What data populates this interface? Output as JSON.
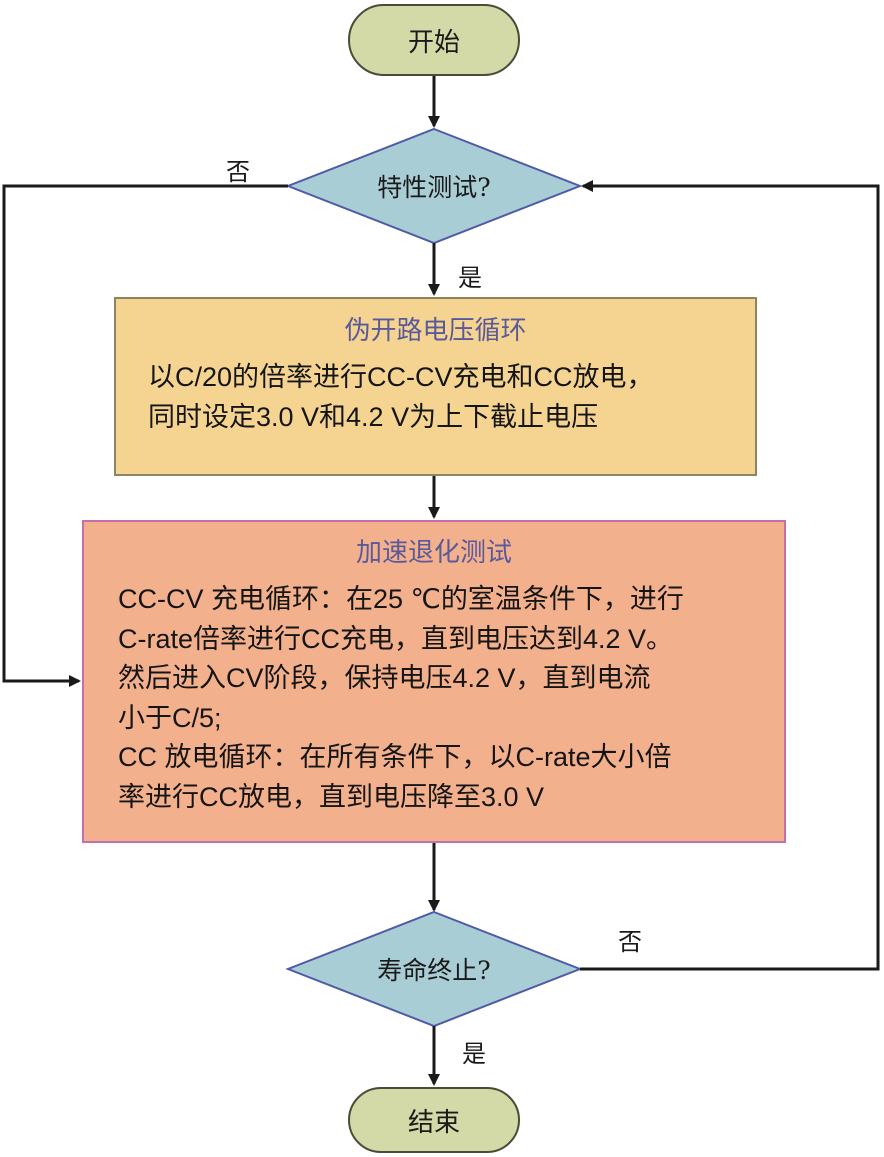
{
  "flowchart": {
    "start": {
      "label": "开始"
    },
    "decision_characterization": {
      "label": "特性测试?"
    },
    "pseudo_ocv": {
      "title": "伪开路电压循环",
      "lines": [
        "以C/20的倍率进行CC-CV充电和CC放电，",
        "同时设定3.0 V和4.2 V为上下截止电压"
      ]
    },
    "accelerated_aging": {
      "title": "加速退化测试",
      "lines": [
        "CC-CV 充电循环：在25 ℃的室温条件下，进行",
        "C-rate倍率进行CC充电，直到电压达到4.2 V。",
        "然后进入CV阶段，保持电压4.2 V，直到电流",
        "小于C/5;",
        "CC 放电循环：在所有条件下，以C-rate大小倍",
        "率进行CC放电，直到电压降至3.0 V"
      ]
    },
    "decision_end_of_life": {
      "label": "寿命终止?"
    },
    "end": {
      "label": "结束"
    },
    "edge_labels": {
      "char_no": "否",
      "char_yes": "是",
      "eol_no": "否",
      "eol_yes": "是"
    },
    "colors": {
      "terminal_fill": "#d4d9a8",
      "decision_fill": "#a9cdd4",
      "decision_stroke": "#4f5aa8",
      "box1_fill": "#f5d491",
      "box2_fill": "#f3b08c",
      "box2_stroke": "#c36fae",
      "title_text": "#5a5a9a"
    }
  }
}
